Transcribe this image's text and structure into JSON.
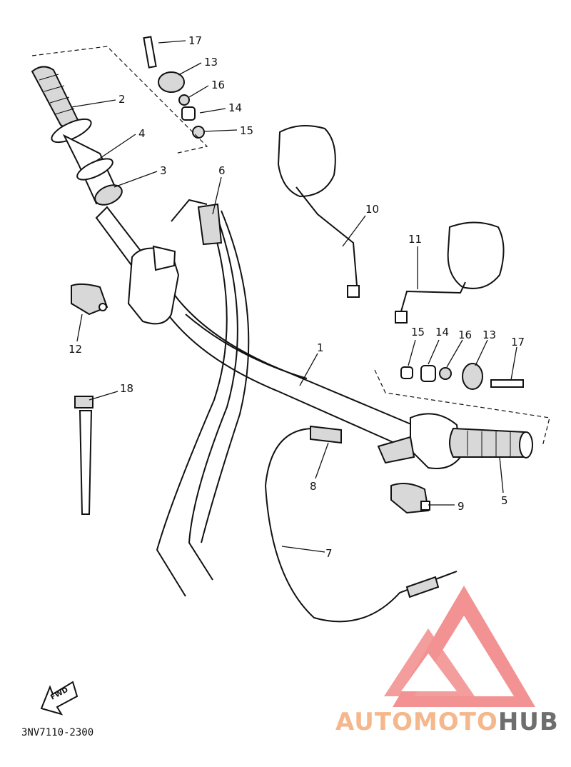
{
  "diagram": {
    "callouts": [
      "1",
      "2",
      "3",
      "4",
      "5",
      "6",
      "7",
      "8",
      "9",
      "10",
      "11",
      "12",
      "13",
      "14",
      "15",
      "16",
      "17",
      "18"
    ],
    "callouts_right_group": [
      "15",
      "14",
      "16",
      "13",
      "17"
    ],
    "fwd_label": "FWD",
    "part_code": "3NV7110-2300"
  },
  "watermark": {
    "brand_part1": "AUTOMOTO",
    "brand_part2": "HUB",
    "colors": {
      "logo": "#f08080",
      "text_light": "#f5b78c",
      "text_dark": "#6e6e6e"
    }
  }
}
